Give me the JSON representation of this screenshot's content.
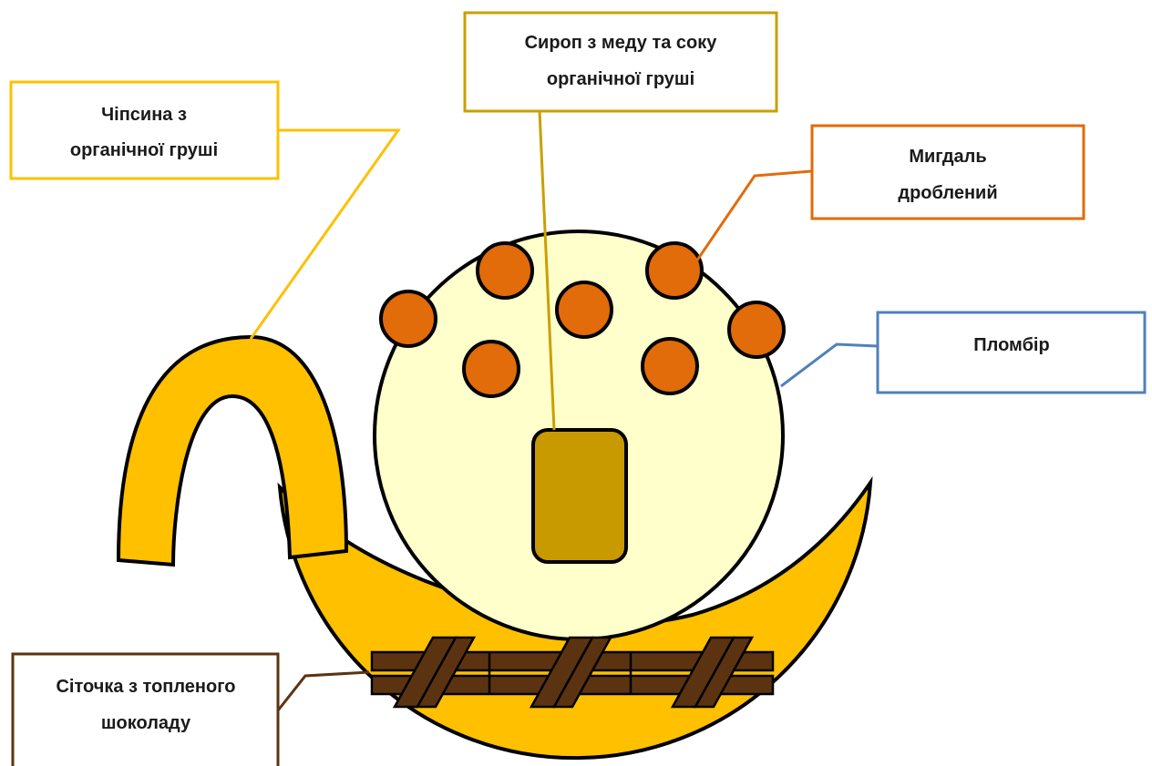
{
  "labels": {
    "chip": {
      "lines": [
        "Чіпсина з",
        "органічної груші"
      ],
      "color": "#ffc000"
    },
    "syrup": {
      "lines": [
        "Сироп з меду та соку",
        "органічної груші"
      ],
      "color": "#c9a000"
    },
    "almond": {
      "lines": [
        "Мигдаль",
        "дроблений"
      ],
      "color": "#e26b0a"
    },
    "icecream": {
      "lines": [
        "Пломбір"
      ],
      "color": "#4f81bd"
    },
    "chocolate": {
      "lines": [
        "Сіточка з топленого",
        "шоколаду"
      ],
      "color": "#5c3311"
    }
  },
  "colors": {
    "bowl": "#ffc000",
    "scoop": "#ffffcc",
    "almond": "#e26b0a",
    "syrup_fill": "#c99a00",
    "chocolate": "#5c3311",
    "outline": "#000000"
  }
}
